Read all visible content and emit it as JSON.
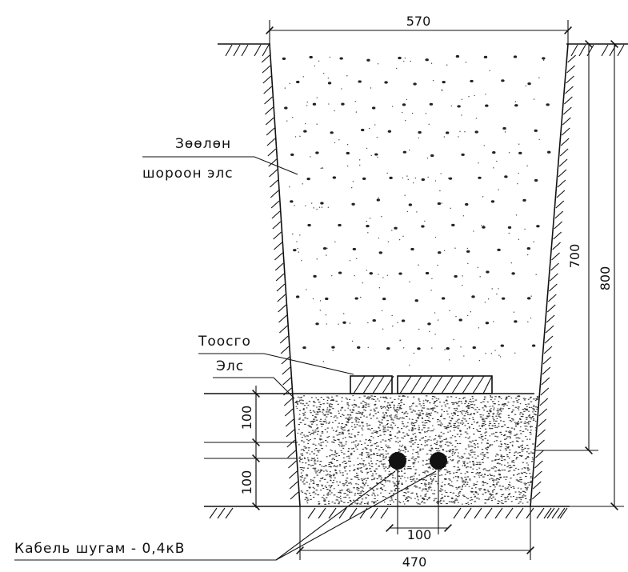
{
  "labels": {
    "fill_line1": "Зөөлөн",
    "fill_line2": "шороон элс",
    "brick": "Тоосго",
    "sand": "Элс",
    "cable": "Кабель шугам - 0,4кВ"
  },
  "dimensions": {
    "top_width": "570",
    "bottom_width": "470",
    "cable_spacing": "100",
    "depth_to_sand": "700",
    "total_depth": "800",
    "sand_layer_upper": "100",
    "sand_layer_lower": "100"
  }
}
